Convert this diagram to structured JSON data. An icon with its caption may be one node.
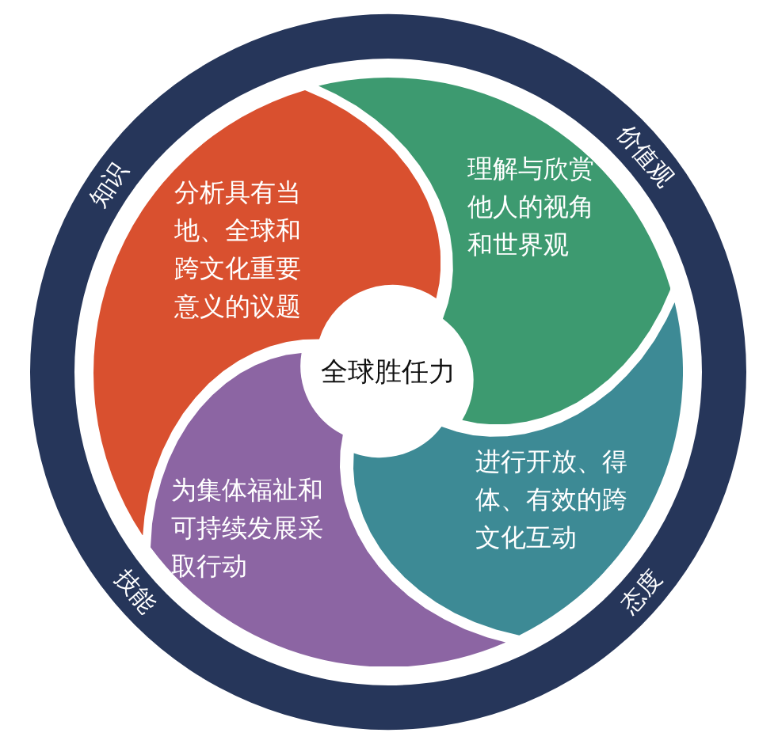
{
  "diagram": {
    "title": "全球胜任力",
    "nodes": [
      {
        "text": [
          "分析具有当地、全球和跨文化重要意义的议题"
        ]
      },
      {
        "text": [
          "理解与欣赏他人的视角和世界观"
        ]
      },
      {
        "text": [
          "进行开放、得体、有效的跨文化互动"
        ]
      },
      {
        "text": [
          "为集体福祉和可持续发展采取行动"
        ]
      }
    ],
    "labels": [
      "知识",
      "价值观",
      "技能",
      "态度"
    ]
  }
}
